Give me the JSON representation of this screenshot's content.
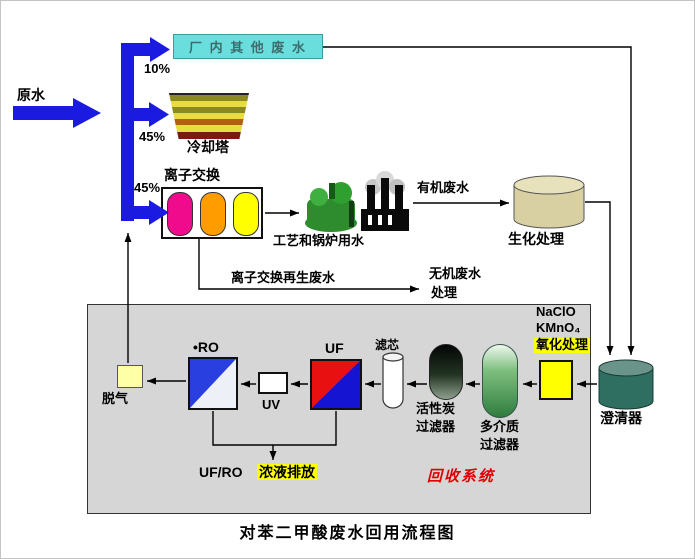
{
  "title": "对苯二甲酸废水回用流程图",
  "colors": {
    "flow_arrow_blue": "#1a1ae0",
    "other_wastewater_box": "#6adedd",
    "ion_column_pink": "#f00b8c",
    "ion_column_orange": "#ff9c00",
    "ion_column_yellow": "#ffff00",
    "biochem_tank": "#d8d0a2",
    "recovery_panel_gray": "#d6d6d6",
    "clarifier_teal": "#2f6f62",
    "oxidation_yellow": "#ffff00",
    "uf_red": "#e81010",
    "uf_blue": "#1414d2",
    "ro_blue": "#2a3fe0",
    "degas_yellow": "#ffffa8",
    "recovery_text_red": "#e00000"
  },
  "source": {
    "raw_water": "原水",
    "other_pct": "10%",
    "other_label": "厂 内 其 他  废 水",
    "cooling_pct": "45%",
    "cooling_label": "冷却塔",
    "ion_pct": "45%",
    "ion_label": "离子交换"
  },
  "treatment": {
    "process_boiler": "工艺和锅炉用水",
    "organic": "有机废水",
    "biochem": "生化处理",
    "regen": "离子交换再生废水",
    "inorganic_line1": "无机废水",
    "inorganic_line2": "处理"
  },
  "recovery": {
    "naclo": "NaClO",
    "kmno4": "KMnO₄",
    "oxidation": "氧化处理",
    "clarifier": "澄清器",
    "multimedia_line1": "多介质",
    "multimedia_line2": "过滤器",
    "carbon_line1": "活性炭",
    "carbon_line2": "过滤器",
    "cartridge": "滤芯",
    "uf": "UF",
    "uv": "UV",
    "ro": "•RO",
    "degas": "脱气",
    "concentrate_label": "UF/RO",
    "concentrate_text": "浓液排放",
    "system_label": "回收系统"
  }
}
